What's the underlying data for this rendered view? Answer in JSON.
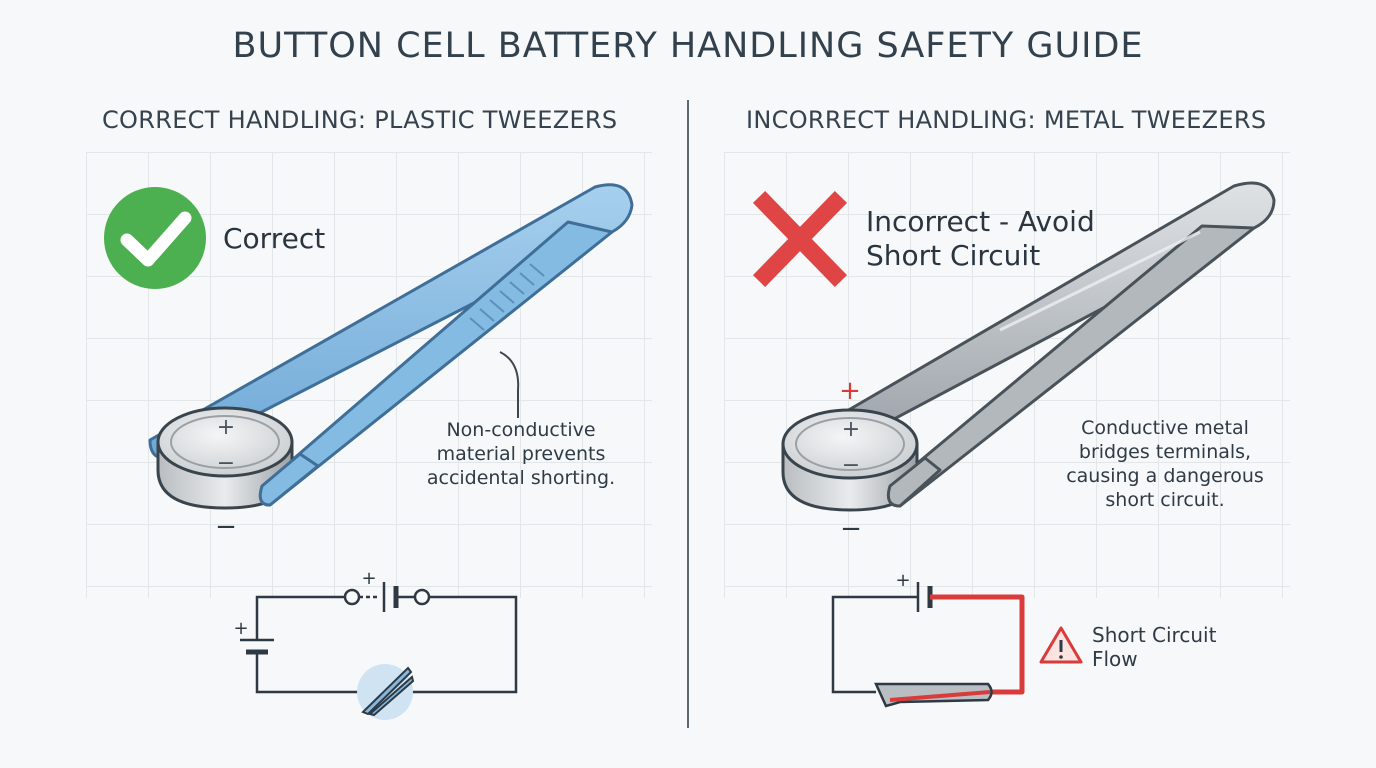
{
  "title": "BUTTON CELL BATTERY HANDLING SAFETY GUIDE",
  "left_panel": {
    "heading": "CORRECT HANDLING: PLASTIC TWEEZERS",
    "status": "Correct",
    "status_icon": "checkmark-icon",
    "status_color": "#4caf50",
    "tweezer_color": "#7fb7df",
    "note": "Non-conductive\nmaterial prevents\naccidental shorting.",
    "battery_plus": "+",
    "battery_minus": "−",
    "terminal_minus": "−",
    "circuit_battery_plus": "+",
    "circuit_switch_plus": "+"
  },
  "right_panel": {
    "heading": "INCORRECT HANDLING: METAL TWEEZERS",
    "status": "Incorrect - Avoid\nShort Circuit",
    "status_icon": "cross-icon",
    "status_color": "#e04545",
    "tweezer_color": "#b9bec3",
    "note": "Conductive metal\nbridges terminals,\ncausing a dangerous\nshort circuit.",
    "battery_plus": "+",
    "battery_minus": "−",
    "terminal_plus": "+",
    "terminal_minus": "−",
    "circuit_plus": "+",
    "warning_icon": "warning-triangle-icon",
    "warning_label": "Short Circuit\nFlow",
    "short_color": "#d93a3a"
  }
}
